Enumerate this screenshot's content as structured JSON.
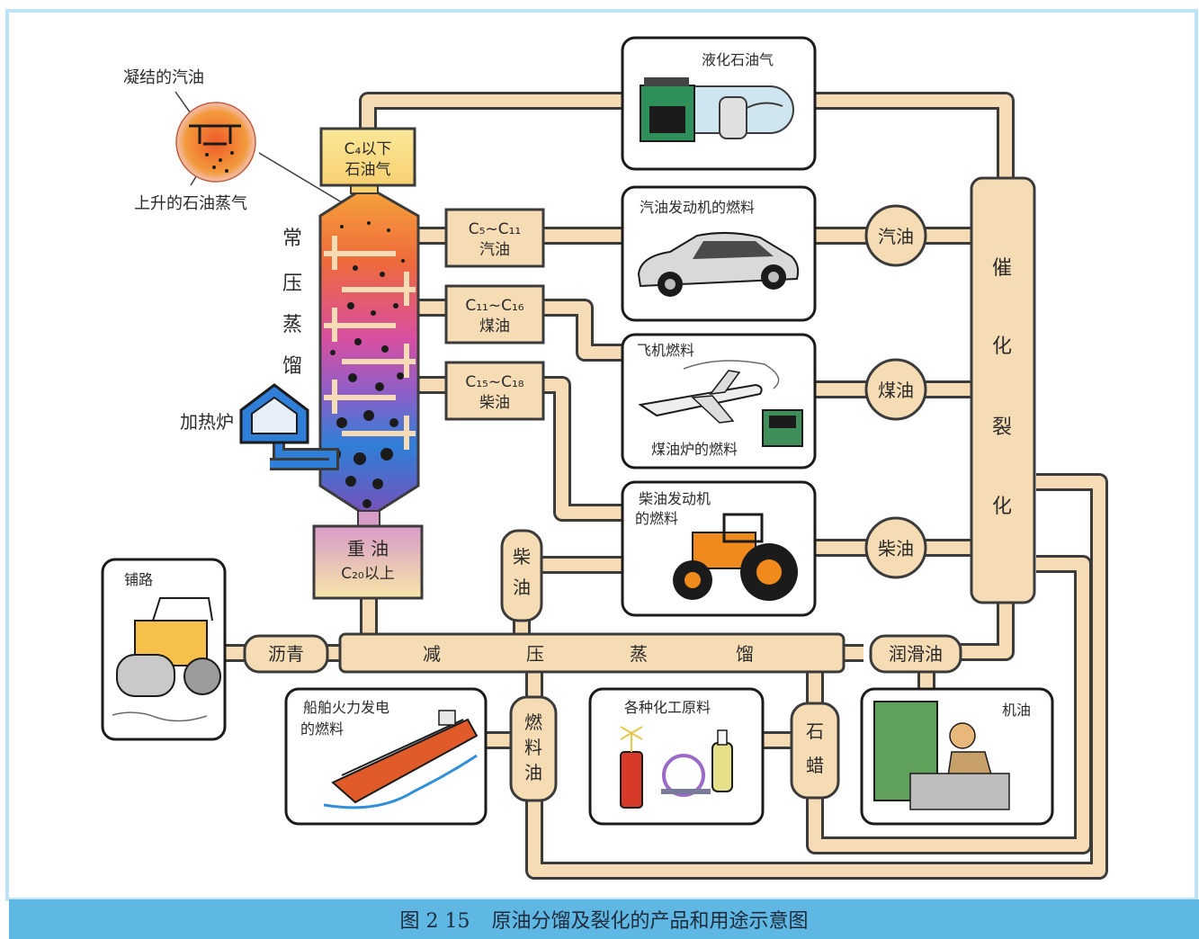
{
  "caption": {
    "figure_no": "图 2 15",
    "title": "原油分馏及裂化的产品和用途示意图"
  },
  "column": {
    "label_chars": [
      "常",
      "压",
      "蒸",
      "馏"
    ],
    "furnace_label": "加热炉",
    "zoom_top_label": "凝结的汽油",
    "zoom_bottom_label": "上升的石油蒸气"
  },
  "fractions": {
    "c4_line1": "C₄以下",
    "c4_line2": "石油气",
    "c5_line1": "C₅~C₁₁",
    "c5_line2": "汽油",
    "c11_line1": "C₁₁~C₁₆",
    "c11_line2": "煤油",
    "c15_line1": "C₁₅~C₁₈",
    "c15_line2": "柴油",
    "heavy_line1": "重 油",
    "heavy_line2": "C₂₀以上"
  },
  "uses": {
    "lpg": "液化石油气",
    "car": "汽油发动机的燃料",
    "plane": "飞机燃料",
    "stove": "煤油炉的燃料",
    "tractor_line1": "柴油发动机",
    "tractor_line2": "的燃料",
    "road": "铺路",
    "ship_line1": "船舶火力发电",
    "ship_line2": "的燃料",
    "chem": "各种化工原料",
    "machine": "机油"
  },
  "cracking": {
    "chars": [
      "催",
      "化",
      "裂",
      "化"
    ],
    "gasoline": "汽油",
    "kerosene": "煤油",
    "diesel": "柴油"
  },
  "vacuum": {
    "chars": [
      "减",
      "压",
      "蒸",
      "馏"
    ],
    "asphalt": "沥青",
    "diesel_chars": [
      "柴",
      "油"
    ],
    "fuel_oil_chars": [
      "燃",
      "料",
      "油"
    ],
    "paraffin_chars": [
      "石",
      "蜡"
    ],
    "lube": "润滑油"
  },
  "colors": {
    "pipe": "#f6dcb4",
    "pipe_edge": "#3b3b3b",
    "label_box": "#f7e6a8",
    "caption_bg": "#5fb7e4",
    "frame": "#7fc7ea"
  }
}
